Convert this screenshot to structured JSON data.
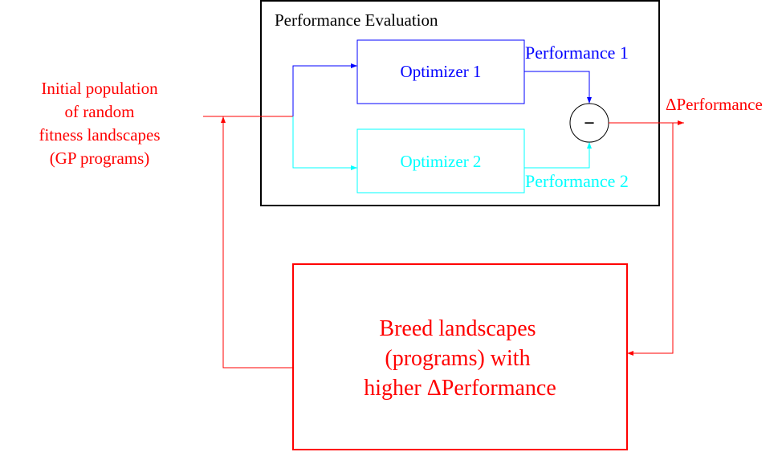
{
  "title": "Performance Evaluation",
  "input_label": [
    "Initial population",
    "of random",
    "fitness landscapes",
    "(GP programs)"
  ],
  "optimizer1": {
    "label": "Optimizer 1",
    "output": "Performance 1"
  },
  "optimizer2": {
    "label": "Optimizer 2",
    "output": "Performance 2"
  },
  "subtractor_symbol": "−",
  "output_label": "ΔPerformance",
  "breed_label": [
    "Breed landscapes",
    "(programs) with",
    "higher ΔPerformance"
  ],
  "colors": {
    "red": "#ff0000",
    "blue": "#0000ff",
    "cyan": "#00ffff",
    "black": "#000000"
  }
}
